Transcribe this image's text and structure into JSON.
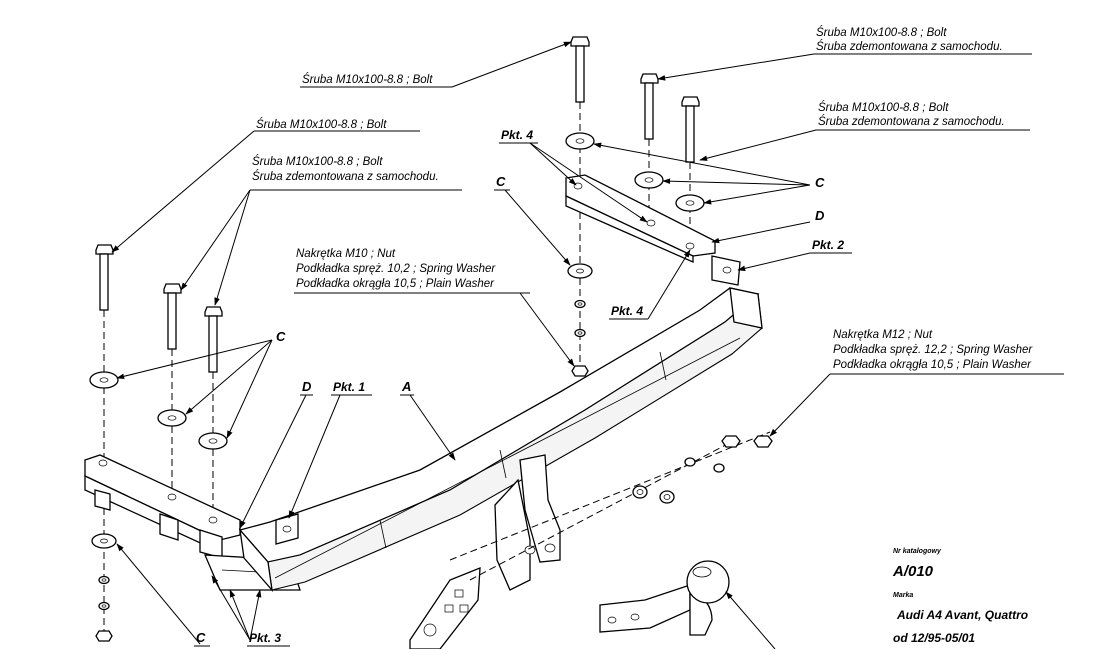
{
  "labels": {
    "bolt": "Śruba M10x100-8.8 ;  Bolt",
    "bolt_removed": "Śruba zdemontowana z samochodu.",
    "nut_m10": "Nakrętka  M10 ; Nut",
    "spring_washer_10": "Podkładka spręż. 10,2 ; Spring Washer",
    "plain_washer_10": "Podkładka okrągła 10,5 ; Plain Washer",
    "nut_m12": "Nakrętka  M12 ; Nut",
    "spring_washer_12": "Podkładka spręż. 12,2 ; Spring Washer",
    "plain_washer_12": "Podkładka okrągła 10,5 ; Plain Washer"
  },
  "tags": {
    "pkt1": "Pkt. 1",
    "pkt2": "Pkt. 2",
    "pkt3": "Pkt. 3",
    "pkt4": "Pkt. 4",
    "a": "A",
    "c": "C",
    "d": "D"
  },
  "info": {
    "catalog_label": "Nr katalogowy",
    "catalog_value": "A/010",
    "brand_label": "Marka",
    "brand_value": "Audi A4 Avant, Quattro",
    "years": "od 12/95-05/01"
  },
  "colors": {
    "ink": "#000000",
    "paper": "#ffffff"
  }
}
